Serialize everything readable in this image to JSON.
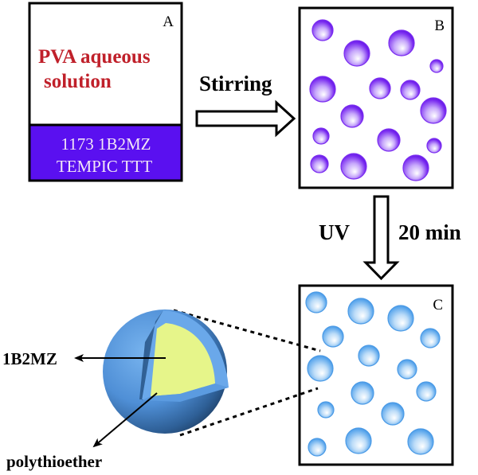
{
  "panel_a": {
    "letter": "A",
    "title_line1": "PVA aqueous",
    "title_line2": "solution",
    "band_line1": "1173  1B2MZ",
    "band_line2": "TEMPIC  TTT",
    "colors": {
      "title": "#c0202a",
      "band": "#5a10f0",
      "band_text": "#f2e6f6"
    }
  },
  "panel_b": {
    "letter": "B",
    "droplet_color": "#7a2cf0",
    "droplet_count": 15
  },
  "panel_c": {
    "letter": "C",
    "droplet_color": "#4a9ae6",
    "droplet_count": 15
  },
  "step_stirring": {
    "label": "Stirring"
  },
  "step_uv": {
    "label_left": "UV",
    "label_right": "20 min"
  },
  "capsule": {
    "core_label": "1B2MZ",
    "shell_label": "polythioether",
    "colors": {
      "core": "#e6f58a",
      "shell": "#5b9be0"
    }
  }
}
